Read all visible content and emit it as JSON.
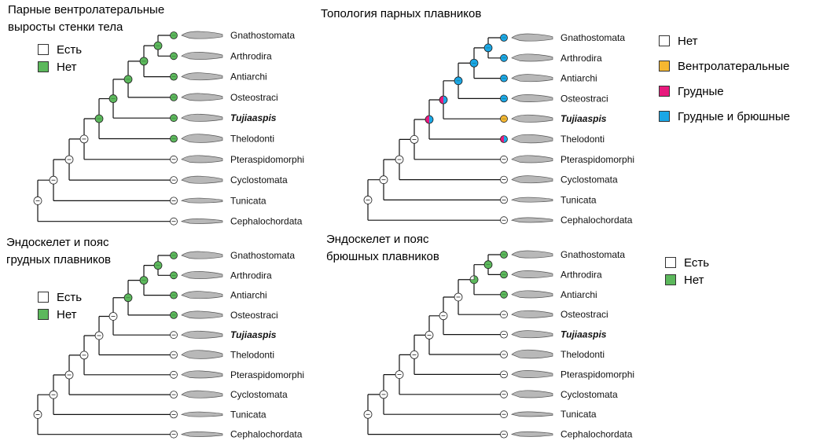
{
  "panels": [
    {
      "title": "Парные вентролатеральные\nвыросты стенки тела",
      "legend": [
        {
          "label": "Есть",
          "color": "#ffffff"
        },
        {
          "label": "Нет",
          "color": "#5cb85c"
        }
      ],
      "taxa": [
        "Gnathostomata",
        "Arthrodira",
        "Antiarchi",
        "Osteostraci",
        "Tujiaaspis",
        "Thelodonti",
        "Pteraspidomorphi",
        "Cyclostomata",
        "Tunicata",
        "Cephalochordata"
      ],
      "tip_states": [
        "green",
        "green",
        "green",
        "green",
        "green",
        "green",
        "white",
        "white",
        "white",
        "white"
      ],
      "node_states": [
        "green",
        "green",
        "green",
        "green",
        "green",
        "white",
        "white",
        "white",
        "white"
      ]
    },
    {
      "title": "Топология парных плавников",
      "legend": [
        {
          "label": "Нет",
          "color": "#ffffff"
        },
        {
          "label": "Вентролатеральные",
          "color": "#f5b731"
        },
        {
          "label": "Грудные",
          "color": "#e8197d"
        },
        {
          "label": "Грудные и брюшные",
          "color": "#1aa7e6"
        }
      ],
      "taxa": [
        "Gnathostomata",
        "Arthrodira",
        "Antiarchi",
        "Osteostraci",
        "Tujiaaspis",
        "Thelodonti",
        "Pteraspidomorphi",
        "Cyclostomata",
        "Tunicata",
        "Cephalochordata"
      ],
      "tip_states": [
        "blue",
        "blue",
        "blue",
        "blue",
        "orange",
        "pink-blue",
        "white",
        "white",
        "white",
        "white"
      ],
      "node_states": [
        "blue",
        "blue",
        "blue",
        "pink-blue",
        "pink-blue",
        "white",
        "white",
        "white",
        "white"
      ]
    },
    {
      "title": "Эндоскелет и пояс\nгрудных плавников",
      "legend": [
        {
          "label": "Есть",
          "color": "#ffffff"
        },
        {
          "label": "Нет",
          "color": "#5cb85c"
        }
      ],
      "taxa": [
        "Gnathostomata",
        "Arthrodira",
        "Antiarchi",
        "Osteostraci",
        "Tujiaaspis",
        "Thelodonti",
        "Pteraspidomorphi",
        "Cyclostomata",
        "Tunicata",
        "Cephalochordata"
      ],
      "tip_states": [
        "green",
        "green",
        "green",
        "green",
        "white",
        "white",
        "white",
        "white",
        "white",
        "white"
      ],
      "node_states": [
        "green",
        "green",
        "green",
        "white",
        "white",
        "white",
        "white",
        "white",
        "white"
      ]
    },
    {
      "title": "Эндоскелет и пояс\nбрюшных плавников",
      "legend": [
        {
          "label": "Есть",
          "color": "#ffffff"
        },
        {
          "label": "Нет",
          "color": "#5cb85c"
        }
      ],
      "taxa": [
        "Gnathostomata",
        "Arthrodira",
        "Antiarchi",
        "Osteostraci",
        "Tujiaaspis",
        "Thelodonti",
        "Pteraspidomorphi",
        "Cyclostomata",
        "Tunicata",
        "Cephalochordata"
      ],
      "tip_states": [
        "green",
        "green",
        "green",
        "white",
        "white",
        "white",
        "white",
        "white",
        "white",
        "white"
      ],
      "node_states": [
        "green",
        "half-green",
        "white",
        "white",
        "white",
        "white",
        "white",
        "white",
        "white"
      ]
    }
  ],
  "colors": {
    "green": "#5cb85c",
    "blue": "#1aa7e6",
    "pink": "#e8197d",
    "orange": "#f5b731",
    "white": "#ffffff",
    "silhouette": "#b8b8b8"
  }
}
